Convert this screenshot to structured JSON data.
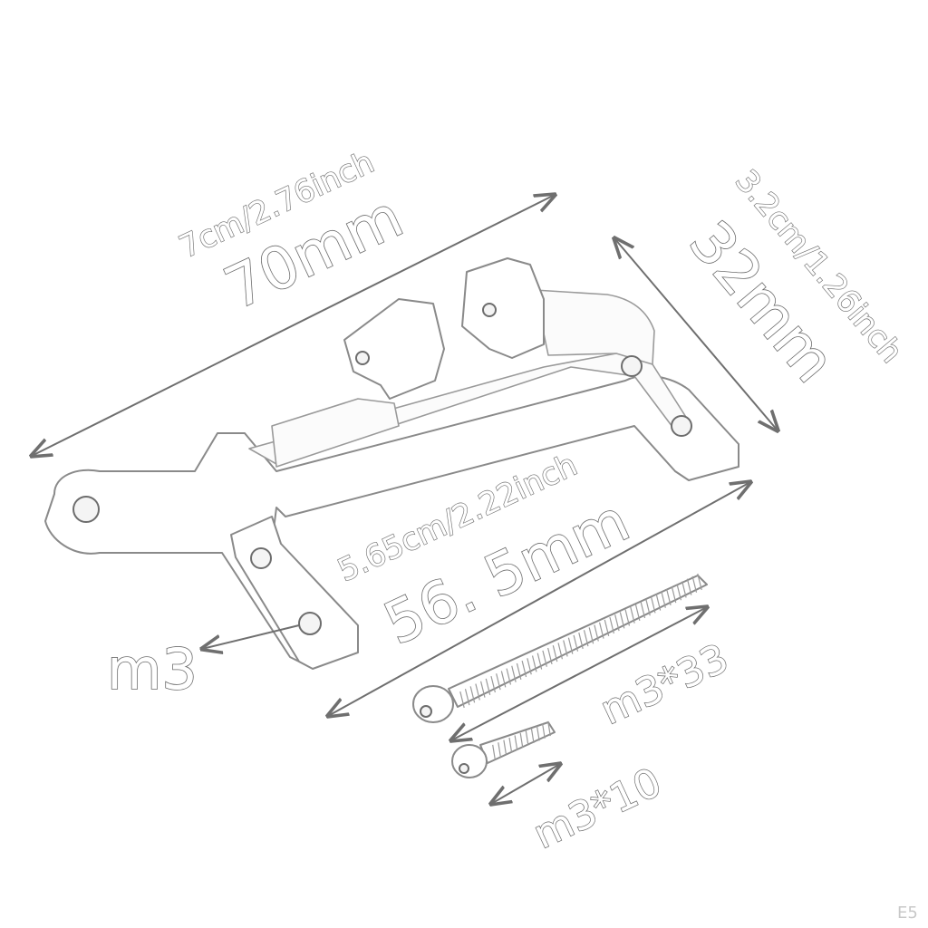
{
  "colors": {
    "line": "#6f6f6f",
    "part_outline": "#8a8a8a",
    "background": "#ffffff"
  },
  "labels": {
    "length_imperial": "7cm/2.76inch",
    "length_mm": "70mm",
    "height_imperial": "3.2cm/1.26inch",
    "height_mm": "32mm",
    "inner_imperial": "5.65cm/2.22inch",
    "inner_mm": "56. 5mm",
    "thread_size": "m3",
    "long_screw": "m3*33",
    "short_screw": "m3*10",
    "corner_code": "E5"
  }
}
